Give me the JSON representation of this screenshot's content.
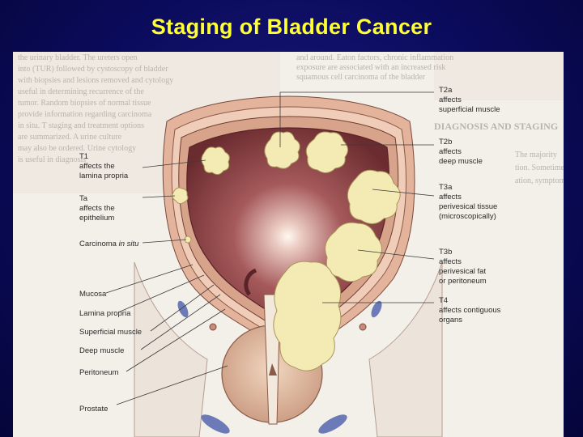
{
  "slide": {
    "title": "Staging of Bladder Cancer"
  },
  "figure": {
    "left_labels": {
      "t1": [
        "T1",
        "affects the",
        "lamina propria"
      ],
      "ta": [
        "Ta",
        "affects the",
        "epithelium"
      ],
      "cis_main": "Carcinoma ",
      "cis_italic": "in situ",
      "mucosa": "Mucosa",
      "lamina_propria": "Lamina propria",
      "superficial_muscle": "Superficial muscle",
      "deep_muscle": "Deep muscle",
      "peritoneum": "Peritoneum",
      "prostate": "Prostate"
    },
    "right_labels": {
      "t2a": [
        "T2a",
        "affects",
        "superficial muscle"
      ],
      "t2b": [
        "T2b",
        "affects",
        "deep muscle"
      ],
      "t3a": [
        "T3a",
        "affects",
        "perivesical tissue",
        "(microscopically)"
      ],
      "t3b": [
        "T3b",
        "affects",
        "perivesical fat",
        "or peritoneum"
      ],
      "t4": [
        "T4",
        "affects contiguous",
        "organs"
      ]
    }
  },
  "colors": {
    "background": "#0b0b5c",
    "title": "#ffff33",
    "page": "#f3efe9",
    "tumor": "#f4eab4",
    "bladder_lumen": "#8a3f42",
    "muscle": "#e7c2a8",
    "prostate": "#e2bba0"
  }
}
